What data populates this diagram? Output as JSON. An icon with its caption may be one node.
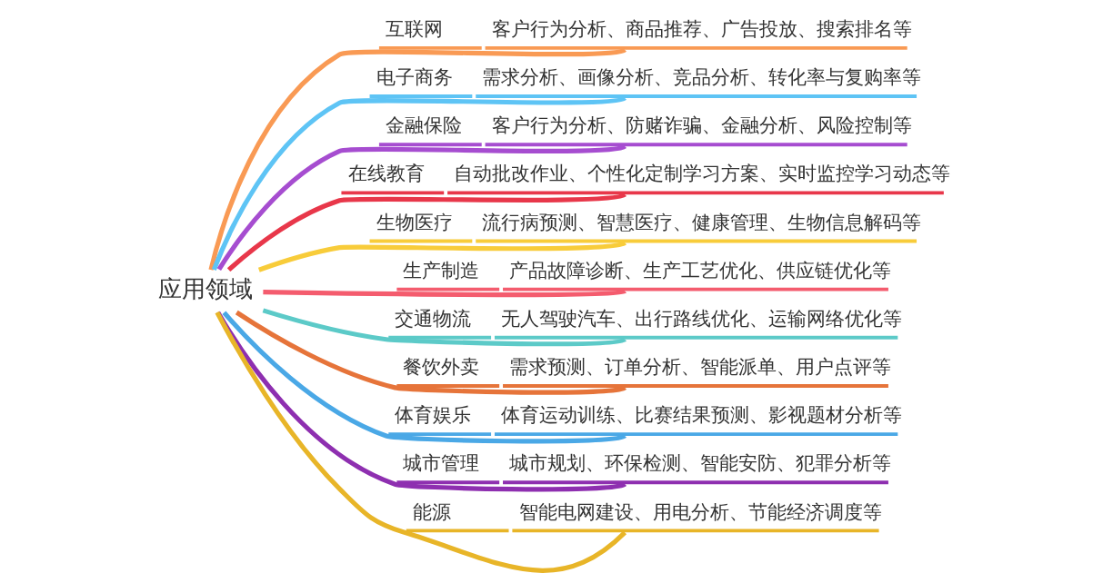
{
  "diagram": {
    "nodes": [
      {
        "text": [
          "应用领域"
        ]
      },
      {
        "text": [
          "互联网",
          "客户行为分析、商品推荐、广告投放、搜索排名等"
        ]
      },
      {
        "text": [
          "电子商务",
          "需求分析、画像分析、竞品分析、转化率与复购率等"
        ]
      },
      {
        "text": [
          "金融保险",
          "客户行为分析、防赌诈骗、金融分析、风险控制等"
        ]
      },
      {
        "text": [
          "在线教育",
          "自动批改作业、个性化定制学习方案、实时监控学习动态等"
        ]
      },
      {
        "text": [
          "生物医疗",
          "流行病预测、智慧医疗、健康管理、生物信息解码等"
        ]
      },
      {
        "text": [
          "生产制造",
          "产品故障诊断、生产工艺优化、供应链优化等"
        ]
      },
      {
        "text": [
          "交通物流",
          "无人驾驶汽车、出行路线优化、运输网络优化等"
        ]
      },
      {
        "text": [
          "餐饮外卖",
          "需求预测、订单分析、智能派单、用户点评等"
        ]
      },
      {
        "text": [
          "体育娱乐",
          "体育运动训练、比赛结果预测、影视题材分析等"
        ]
      },
      {
        "text": [
          "城市管理",
          "城市规划、环保检测、智能安防、犯罪分析等"
        ]
      },
      {
        "text": [
          "能源",
          "智能电网建设、用电分析、节能经济调度等"
        ]
      }
    ],
    "edges": [
      {
        "from": 0,
        "to": 1,
        "arrow": "none",
        "color": "#f99a54"
      },
      {
        "from": 0,
        "to": 2,
        "arrow": "none",
        "color": "#5ec4f5"
      },
      {
        "from": 0,
        "to": 3,
        "arrow": "none",
        "color": "#a64dd0"
      },
      {
        "from": 0,
        "to": 4,
        "arrow": "none",
        "color": "#e8374a"
      },
      {
        "from": 0,
        "to": 5,
        "arrow": "none",
        "color": "#f8cc3a"
      },
      {
        "from": 0,
        "to": 6,
        "arrow": "none",
        "color": "#f45c6e"
      },
      {
        "from": 0,
        "to": 7,
        "arrow": "none",
        "color": "#5ccac8"
      },
      {
        "from": 0,
        "to": 8,
        "arrow": "none",
        "color": "#e6743a"
      },
      {
        "from": 0,
        "to": 9,
        "arrow": "none",
        "color": "#4aa8e6"
      },
      {
        "from": 0,
        "to": 10,
        "arrow": "none",
        "color": "#8e2fb0"
      },
      {
        "from": 0,
        "to": 11,
        "arrow": "none",
        "color": "#e8b528"
      }
    ]
  }
}
